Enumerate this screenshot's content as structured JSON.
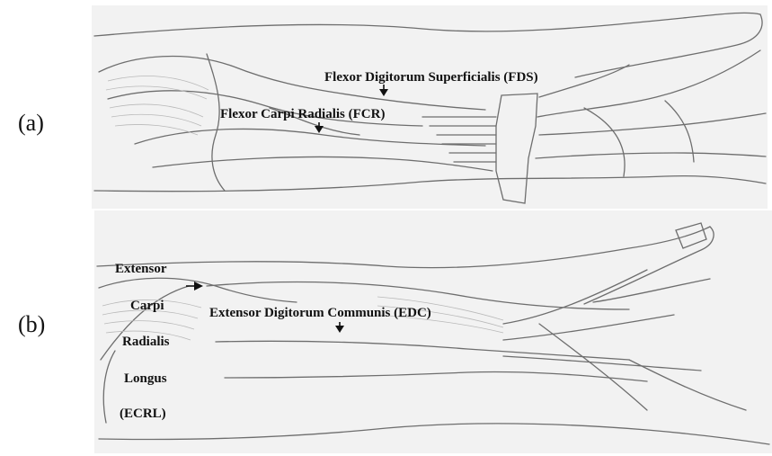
{
  "panels": [
    {
      "tag": "(a)",
      "labels": {
        "fds": "Flexor Digitorum Superficialis (FDS)",
        "fcr": "Flexor Carpi Radialis (FCR)"
      }
    },
    {
      "tag": "(b)",
      "labels": {
        "ecrl_1": "Extensor",
        "ecrl_2": "Carpi",
        "ecrl_3": "Radialis",
        "ecrl_4": "Longus",
        "ecrl_5": "(ECRL)",
        "edc": "Extensor Digitorum Communis (EDC)"
      }
    }
  ],
  "colors": {
    "background": "#ffffff",
    "sketch_bg": "#f2f2f2",
    "line": "#6e6e6e",
    "text": "#111111"
  }
}
